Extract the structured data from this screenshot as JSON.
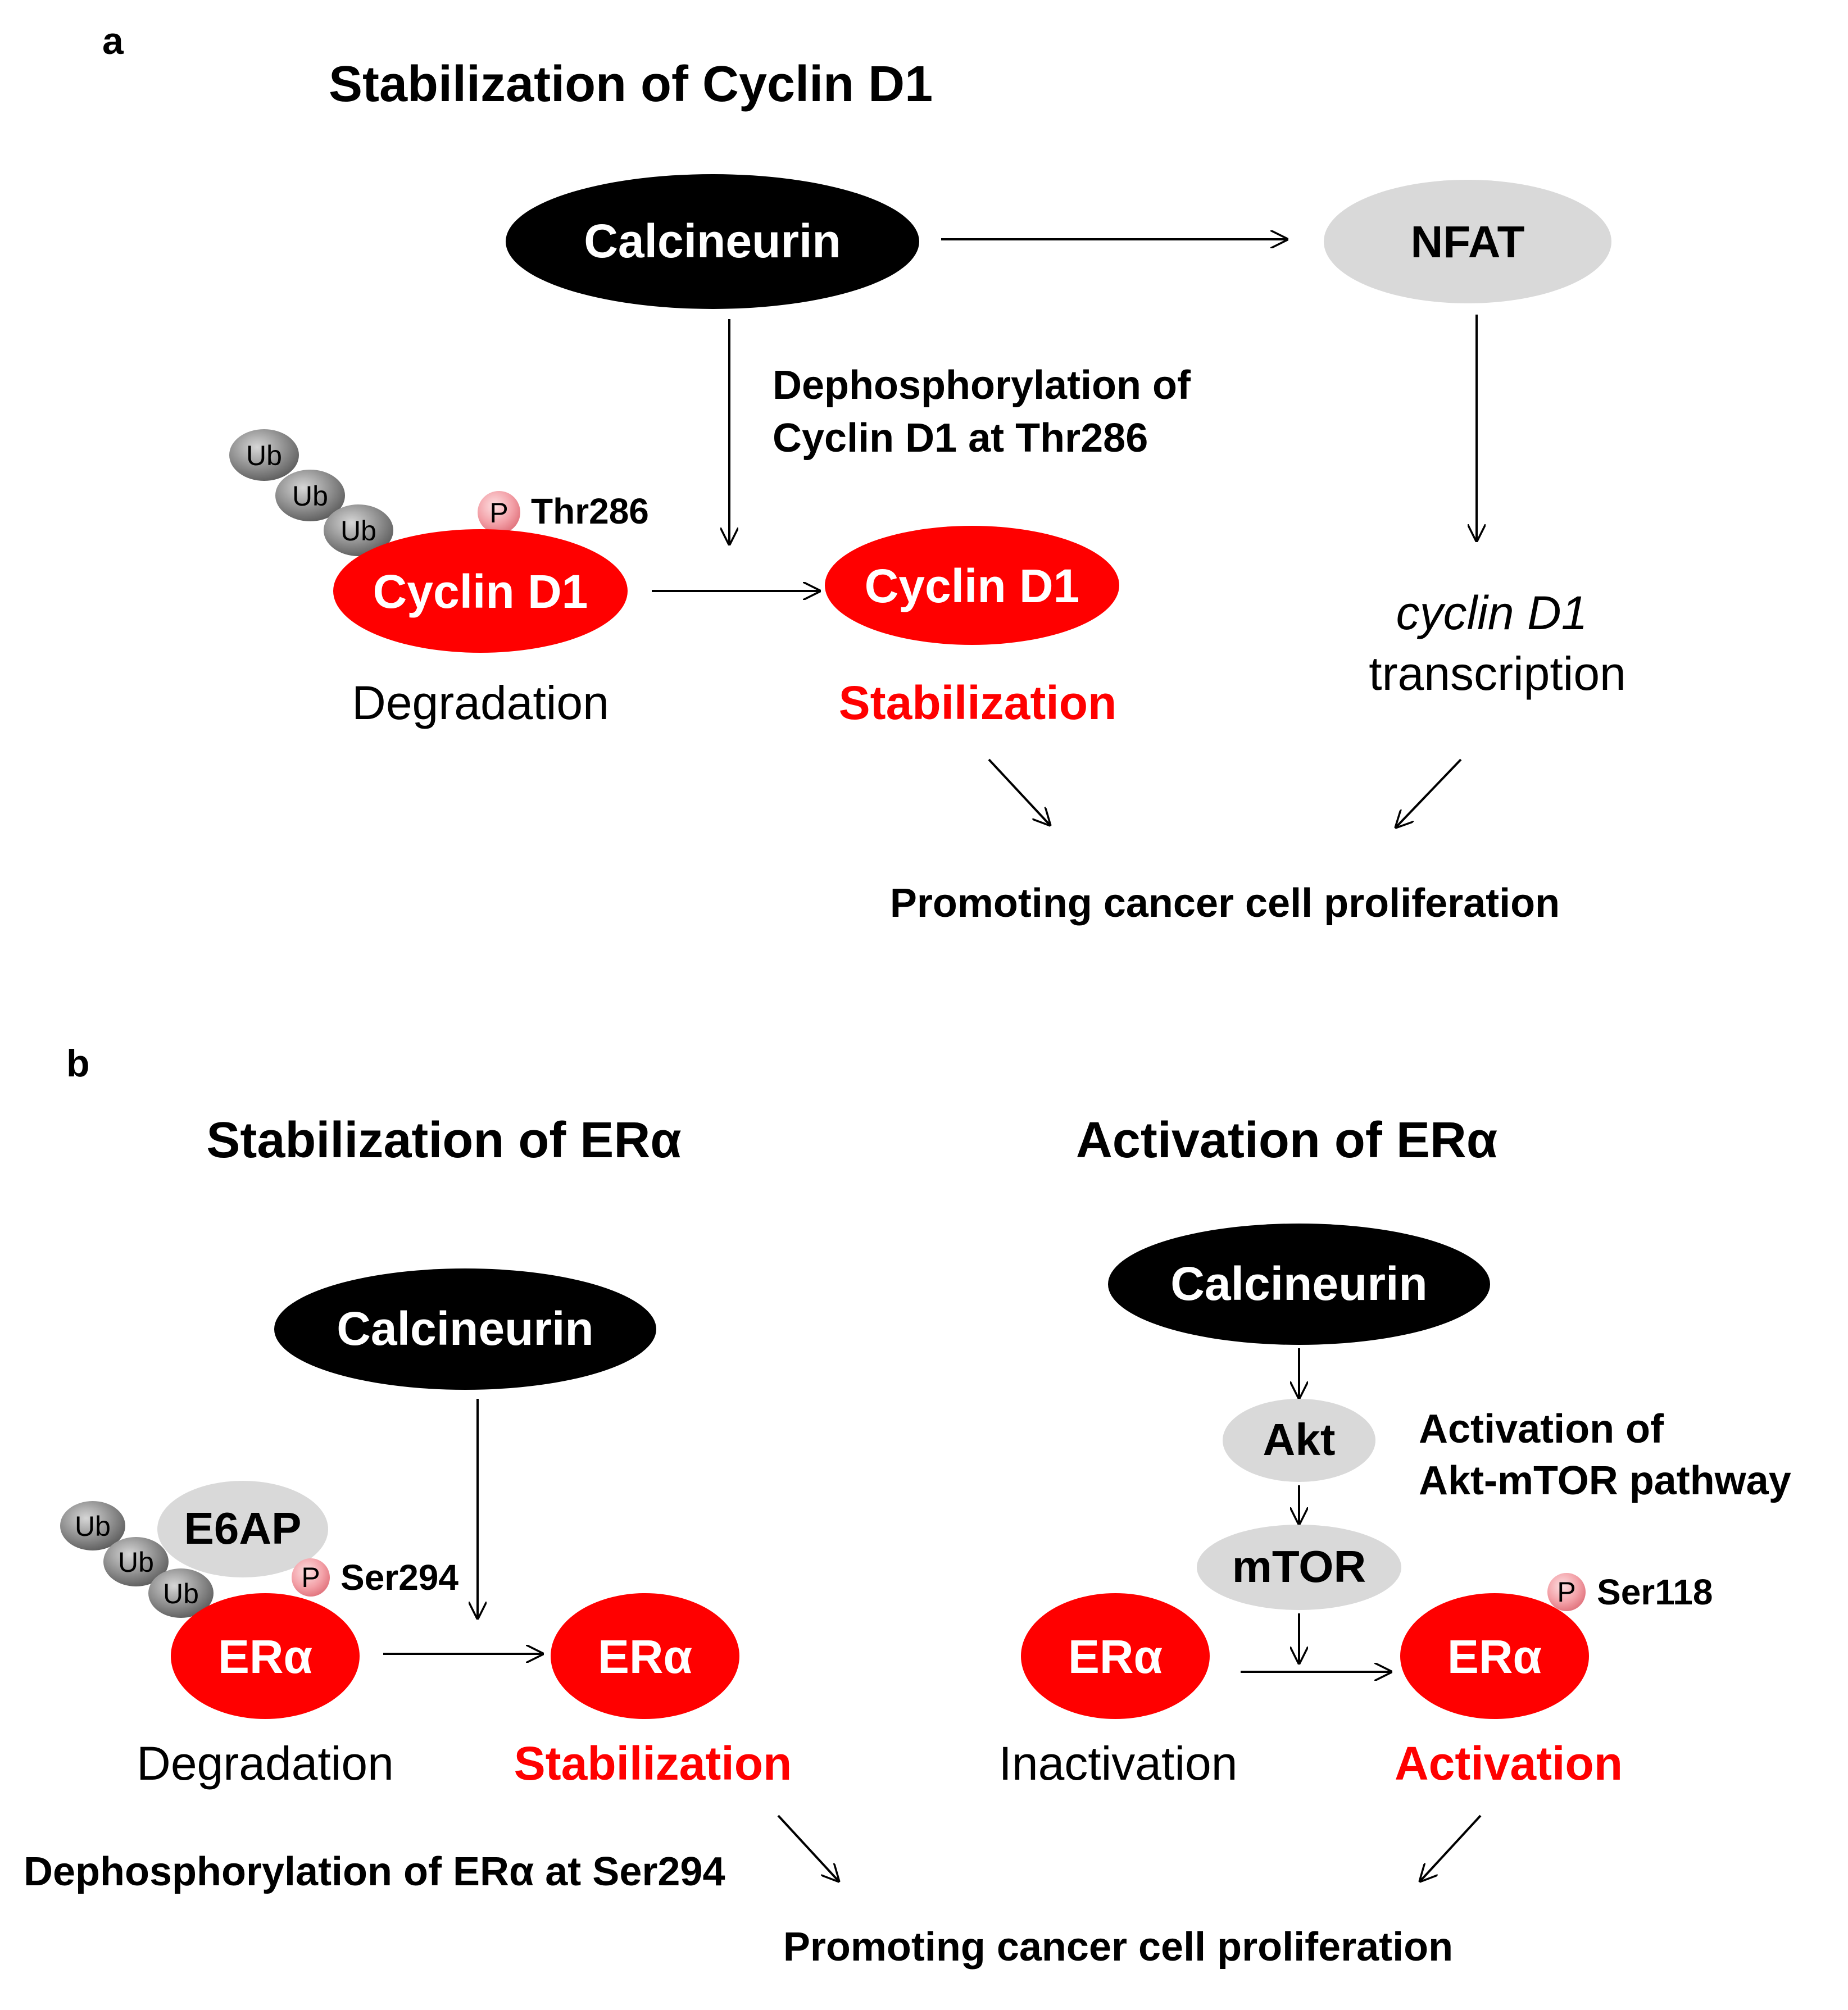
{
  "panel_a": {
    "letter": "a",
    "title": "Stabilization of Cyclin D1",
    "calcineurin": "Calcineurin",
    "nfat": "NFAT",
    "dephos_line1": "Dephosphorylation of",
    "dephos_line2": "Cyclin D1 at Thr286",
    "ub": "Ub",
    "p": "P",
    "site": "Thr286",
    "cyclin_left": "Cyclin D1",
    "cyclin_right": "Cyclin D1",
    "degradation": "Degradation",
    "stabilization": "Stabilization",
    "transcription_gene": "cyclin D1",
    "transcription_word": "transcription",
    "outcome": "Promoting cancer cell proliferation"
  },
  "panel_b": {
    "letter": "b",
    "left_title": "Stabilization of ERα",
    "right_title": "Activation of ERα",
    "calcineurin_left": "Calcineurin",
    "calcineurin_right": "Calcineurin",
    "e6ap": "E6AP",
    "ub": "Ub",
    "p": "P",
    "site_left": "Ser294",
    "site_right": "Ser118",
    "era": "ERα",
    "degradation": "Degradation",
    "stabilization": "Stabilization",
    "inactivation": "Inactivation",
    "activation": "Activation",
    "akt": "Akt",
    "mtor": "mTOR",
    "akt_path_line1": "Activation of",
    "akt_path_line2": "Akt-mTOR pathway",
    "dephos": "Dephosphorylation of ERα at Ser294",
    "outcome": "Promoting cancer cell proliferation"
  },
  "colors": {
    "red": "#ff0000",
    "black": "#000000",
    "grey_node": "#d9d9d9",
    "ub_grey": "#8a8a8a",
    "phospho_pink": "#f4a0a6"
  }
}
